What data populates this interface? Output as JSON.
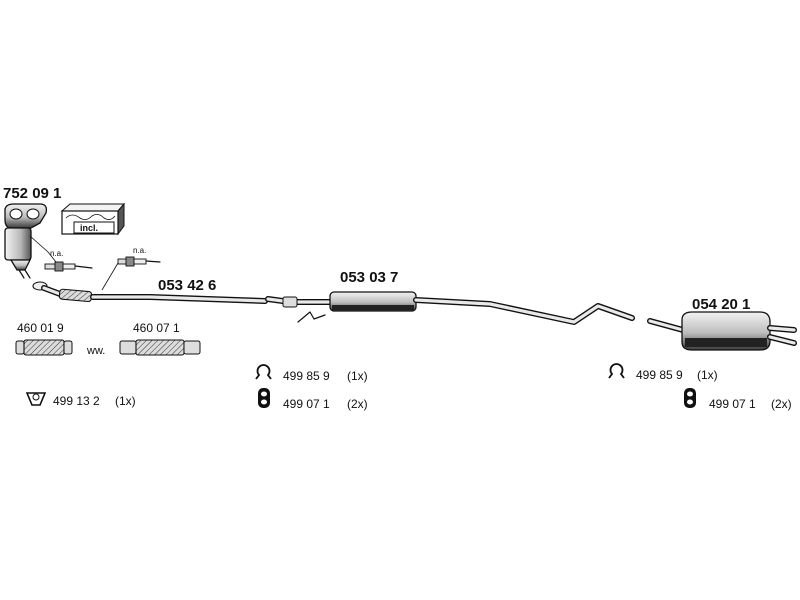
{
  "diagram": {
    "catalytic_converter": {
      "part_number": "752 09 1",
      "included_label": "incl."
    },
    "lambda_sensors": [
      {
        "note": "n.a."
      },
      {
        "note": "n.a."
      }
    ],
    "front_pipe": {
      "part_number": "053 42 6"
    },
    "middle_silencer": {
      "part_number": "053 03 7"
    },
    "rear_silencer": {
      "part_number": "054 20 1"
    },
    "flex_pipes": [
      {
        "part_number": "460 01 9"
      },
      {
        "part_number": "460 07 1"
      }
    ],
    "flex_pipes_separator": "ww.",
    "fittings": {
      "front_gasket": {
        "part_number": "499 13 2",
        "quantity": "(1x)",
        "icon": "gasket-icon"
      },
      "middle_clamp": {
        "part_number": "499 85 9",
        "quantity": "(1x)",
        "icon": "clamp-icon"
      },
      "middle_mount": {
        "part_number": "499 07 1",
        "quantity": "(2x)",
        "icon": "rubber-mount-icon"
      },
      "rear_clamp": {
        "part_number": "499 85 9",
        "quantity": "(1x)",
        "icon": "clamp-icon"
      },
      "rear_mount": {
        "part_number": "499 07 1",
        "quantity": "(2x)",
        "icon": "rubber-mount-icon"
      }
    }
  }
}
